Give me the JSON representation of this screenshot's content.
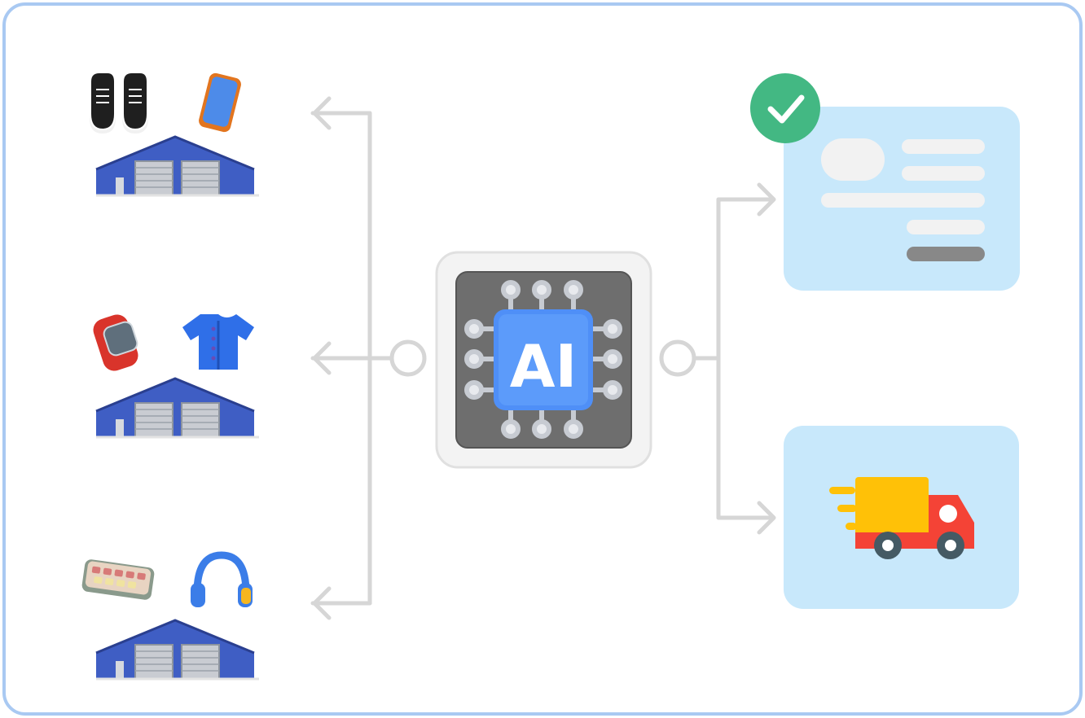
{
  "chip": {
    "label": "AI"
  },
  "colors": {
    "frame": "#a9c9f2",
    "connector": "#d6d6d6",
    "card_bg": "#c8e8fb",
    "check": "#43b883",
    "truck_cargo": "#ffc107",
    "truck_cab": "#f44336",
    "warehouse": "#3f5ec4"
  },
  "warehouses": [
    {
      "items": [
        "sneakers-icon",
        "smartphone-icon"
      ]
    },
    {
      "items": [
        "smartwatch-icon",
        "shirt-icon"
      ]
    },
    {
      "items": [
        "keyboard-icon",
        "headphones-icon"
      ]
    }
  ],
  "outputs": [
    {
      "card": "order-document",
      "badge": "checkmark-icon"
    },
    {
      "card": "delivery",
      "icon": "delivery-truck-icon"
    }
  ]
}
